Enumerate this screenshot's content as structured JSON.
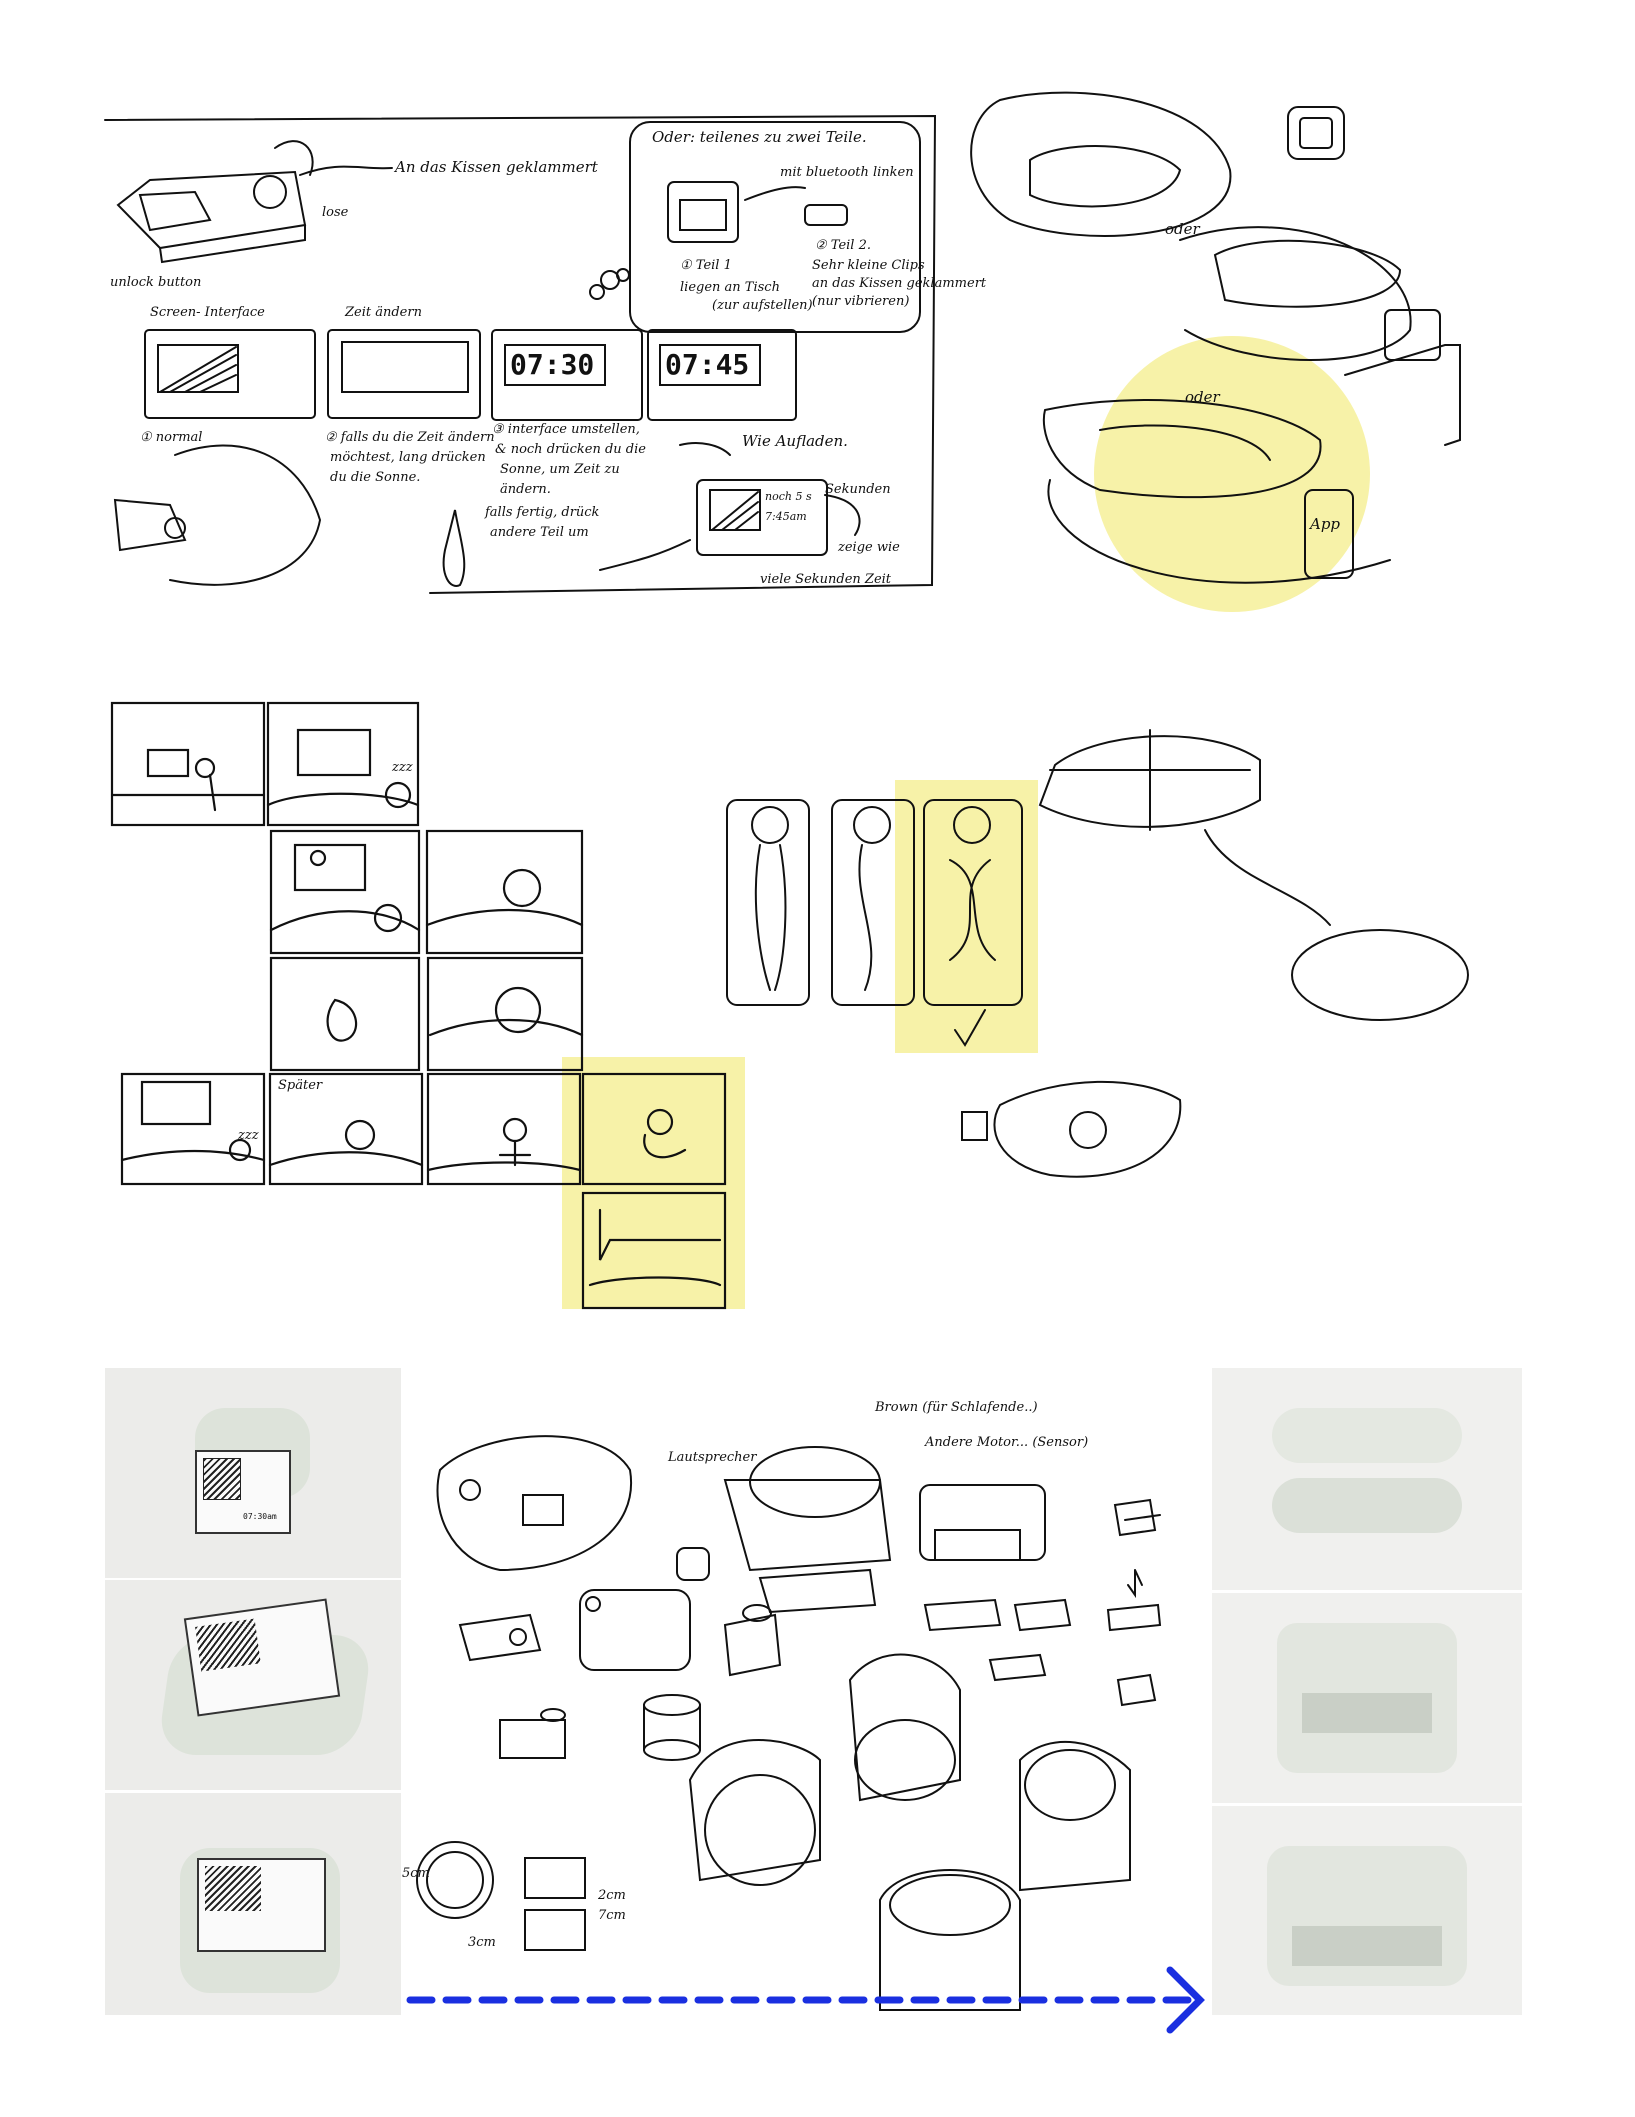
{
  "colors": {
    "highlight": "#f7f2a8",
    "arrow": "#1a2fe0",
    "ink": "#111111",
    "foam": "#dfe5dc"
  },
  "sketch_top": {
    "pillow_clip_note": "An das Kissen geklammert",
    "alt_title": "Oder: teilenes zu zwei Teile.",
    "bluetooth_note": "mit bluetooth linken",
    "part1_title": "① Teil 1",
    "part1_desc_1": "liegen an Tisch",
    "part1_desc_2": "(zur aufstellen)",
    "part2_title": "② Teil 2.",
    "part2_desc_1": "Sehr kleine Clips",
    "part2_desc_2": "an das Kissen geklammert",
    "part2_desc_3": "(nur vibrieren)",
    "unlock_button": "unlock button",
    "lose_label": "lose",
    "screen_interface_label": "Screen- Interface",
    "zeit_andern_label": "Zeit ändern",
    "time_1": "07:30",
    "time_2": "07:45",
    "note_normal": "① normal",
    "note_2_1": "② falls du die Zeit ändern",
    "note_2_2": "möchtest, lang drücken",
    "note_2_3": "du die Sonne.",
    "note_3_1": "③ interface umstellen,",
    "note_3_2": "& noch drücken du die",
    "note_3_3": "Sonne, um Zeit zu",
    "note_3_4": "ändern.",
    "note_3_5": "falls fertig, drück",
    "note_3_6": "andere Teil um",
    "charge_title": "Wie Aufladen.",
    "charge_sekunden": "Sekunden",
    "charge_zeige": "zeige wie",
    "charge_viele": "viele Sekunden Zeit",
    "charge_noch": "noch 5 s",
    "charge_time": "7:45am"
  },
  "sketch_right": {
    "oder_1": "oder",
    "oder_2": "oder",
    "app_label": "App"
  },
  "storyboard": {
    "spater": "Später",
    "zzz": "zzz"
  },
  "sketch_bottom": {
    "lautsprecher": "Lautsprecher",
    "brown_note": "Brown (für Schlafende..)",
    "andere_motor": "Andere Motor... (Sensor)",
    "dim_2cm": "2cm",
    "dim_7cm": "7cm",
    "dim_3cm": "3cm",
    "dim_5cm": "5cm"
  },
  "photo_left": {
    "screen_time": "07:30am"
  }
}
